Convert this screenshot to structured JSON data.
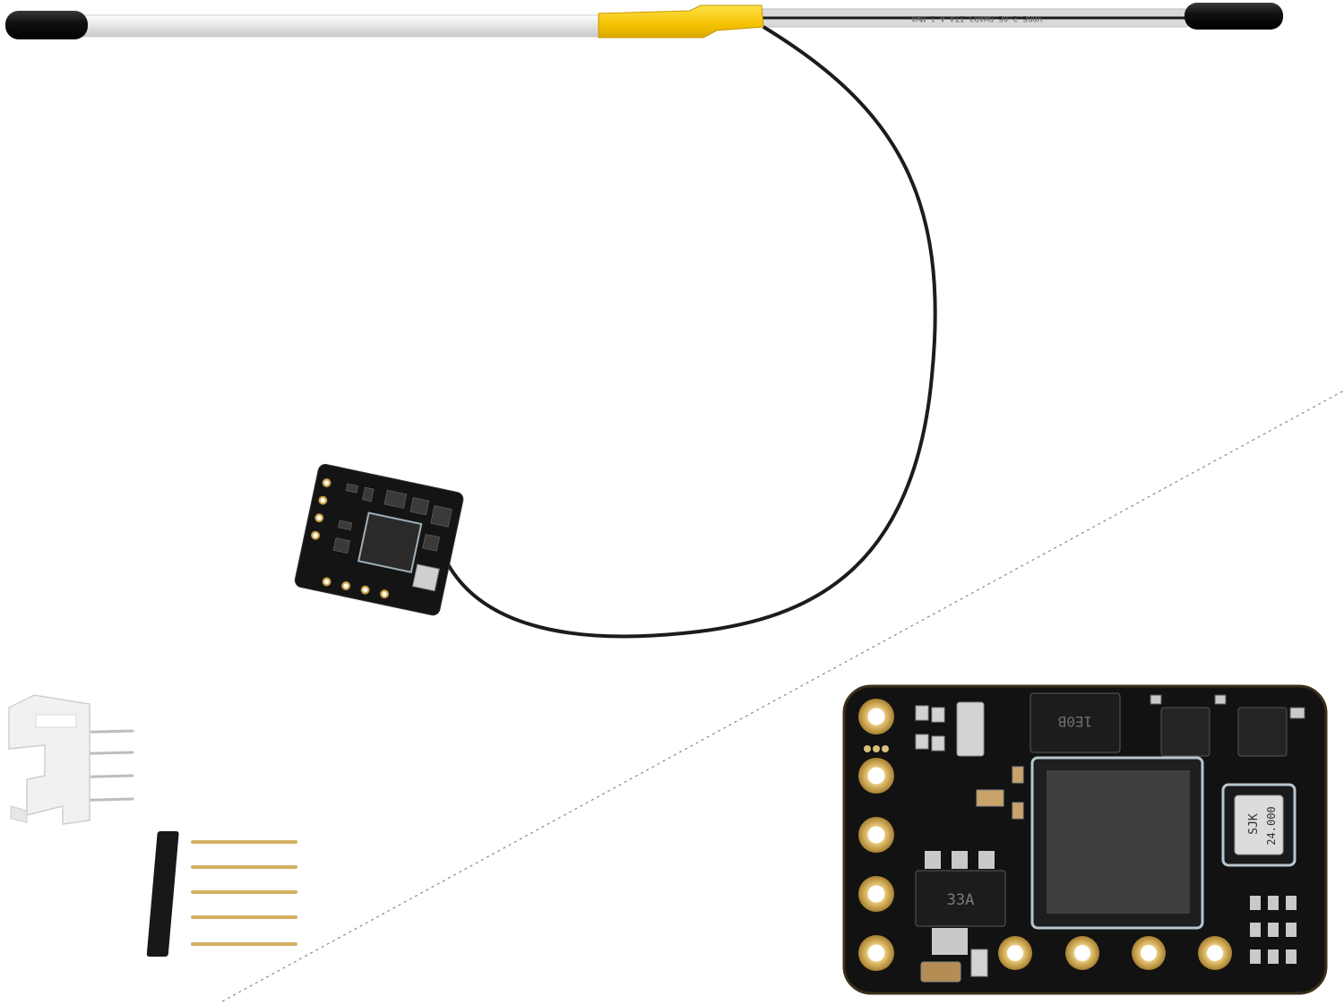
{
  "colors": {
    "background": "#ffffff",
    "pcb": "#121212",
    "pcb_edge": "#2a2a2a",
    "gold": "#c9a24a",
    "gold_light": "#e6c878",
    "cable": "#1a1a1a",
    "antenna_white": "#e8e8e8",
    "antenna_tip": "#0d0d0d",
    "heatshrink": "#f5c200",
    "chip": "#2c2c2c",
    "chip_outline": "#b8c6cf",
    "connector_white": "#f0f0f0",
    "pin_metal": "#bdbdbd",
    "divider": "#8a8a8a"
  },
  "pcb_markings": {
    "crystal_line1": "SJK",
    "crystal_line2": "24.000",
    "regulator": "33A",
    "ic_top": "1E0B"
  },
  "antenna_print": "VODE 2-0E DWAR3 IT4 A 1 MWA"
}
